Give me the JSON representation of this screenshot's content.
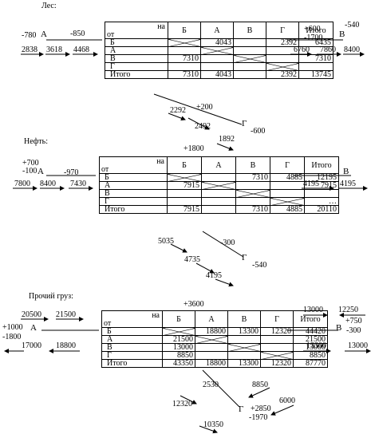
{
  "columns": [
    "Б",
    "А",
    "В",
    "Г",
    "Итого"
  ],
  "header_na": "на",
  "header_ot": "от",
  "sections": [
    {
      "title": "Лес:",
      "rows": [
        {
          "head": "Б",
          "cells": [
            "",
            "4043",
            "",
            "2392",
            "6435"
          ],
          "x": [
            0
          ]
        },
        {
          "head": "А",
          "cells": [
            "",
            "",
            "",
            "",
            ""
          ],
          "x": [
            1
          ]
        },
        {
          "head": "В",
          "cells": [
            "7310",
            "",
            "",
            "",
            "7310"
          ],
          "x": [
            2
          ]
        },
        {
          "head": "Г",
          "cells": [
            "",
            "",
            "",
            "",
            ""
          ],
          "x": [
            3
          ]
        },
        {
          "head": "Итого",
          "cells": [
            "7310",
            "4043",
            "",
            "2392",
            "13745"
          ],
          "x": []
        }
      ],
      "nodes": {
        "A": "А",
        "B": "В",
        "G": "Г"
      },
      "labels": [
        "-780",
        "-850",
        "2838",
        "3618",
        "4468",
        "+600",
        "-1700",
        "-540",
        "6760",
        "7860",
        "8400",
        "2292",
        "+200",
        "2492",
        "-600",
        "1892"
      ]
    },
    {
      "title": "Нефть:",
      "rows": [
        {
          "head": "Б",
          "cells": [
            "",
            "",
            "7310",
            "4885",
            "12195"
          ],
          "x": [
            0
          ]
        },
        {
          "head": "А",
          "cells": [
            "7915",
            "",
            "",
            "",
            "7915"
          ],
          "x": [
            1
          ]
        },
        {
          "head": "В",
          "cells": [
            "",
            "",
            "",
            "",
            ""
          ],
          "x": [
            2
          ]
        },
        {
          "head": "Г",
          "cells": [
            "",
            "",
            "",
            "",
            "…"
          ],
          "x": [
            3
          ]
        },
        {
          "head": "Итого",
          "cells": [
            "7915",
            "",
            "7310",
            "4885",
            "20110"
          ],
          "x": []
        }
      ],
      "nodes": {
        "A": "А",
        "B": "В",
        "G": "Г"
      },
      "labels": [
        "+1800",
        "+700",
        "-100",
        "-970",
        "7800",
        "8400",
        "7430",
        "4195",
        "4195",
        "5035",
        "-300",
        "4735",
        "-540",
        "4195"
      ]
    },
    {
      "title": "Прочий груз:",
      "rows": [
        {
          "head": "Б",
          "cells": [
            "",
            "18800",
            "13300",
            "12320",
            "44420"
          ],
          "x": [
            0
          ]
        },
        {
          "head": "А",
          "cells": [
            "21500",
            "",
            "",
            "",
            "21500"
          ],
          "x": [
            1
          ]
        },
        {
          "head": "В",
          "cells": [
            "13000",
            "",
            "",
            "",
            "13000"
          ],
          "x": [
            2
          ]
        },
        {
          "head": "Г",
          "cells": [
            "8850",
            "",
            "",
            "",
            "8850"
          ],
          "x": [
            3
          ]
        },
        {
          "head": "Итого",
          "cells": [
            "43350",
            "18800",
            "13300",
            "12320",
            "87770"
          ],
          "x": []
        }
      ],
      "nodes": {
        "A": "А",
        "B": "В",
        "G": "Г"
      },
      "labels": [
        "+3600",
        "20500",
        "21500",
        "+1000",
        "-1800",
        "17000",
        "18800",
        "13000",
        "12250",
        "+750",
        "-300",
        "13300",
        "13000",
        "2530",
        "8850",
        "6000",
        "12320",
        "+2850",
        "-1970",
        "10350"
      ]
    }
  ]
}
